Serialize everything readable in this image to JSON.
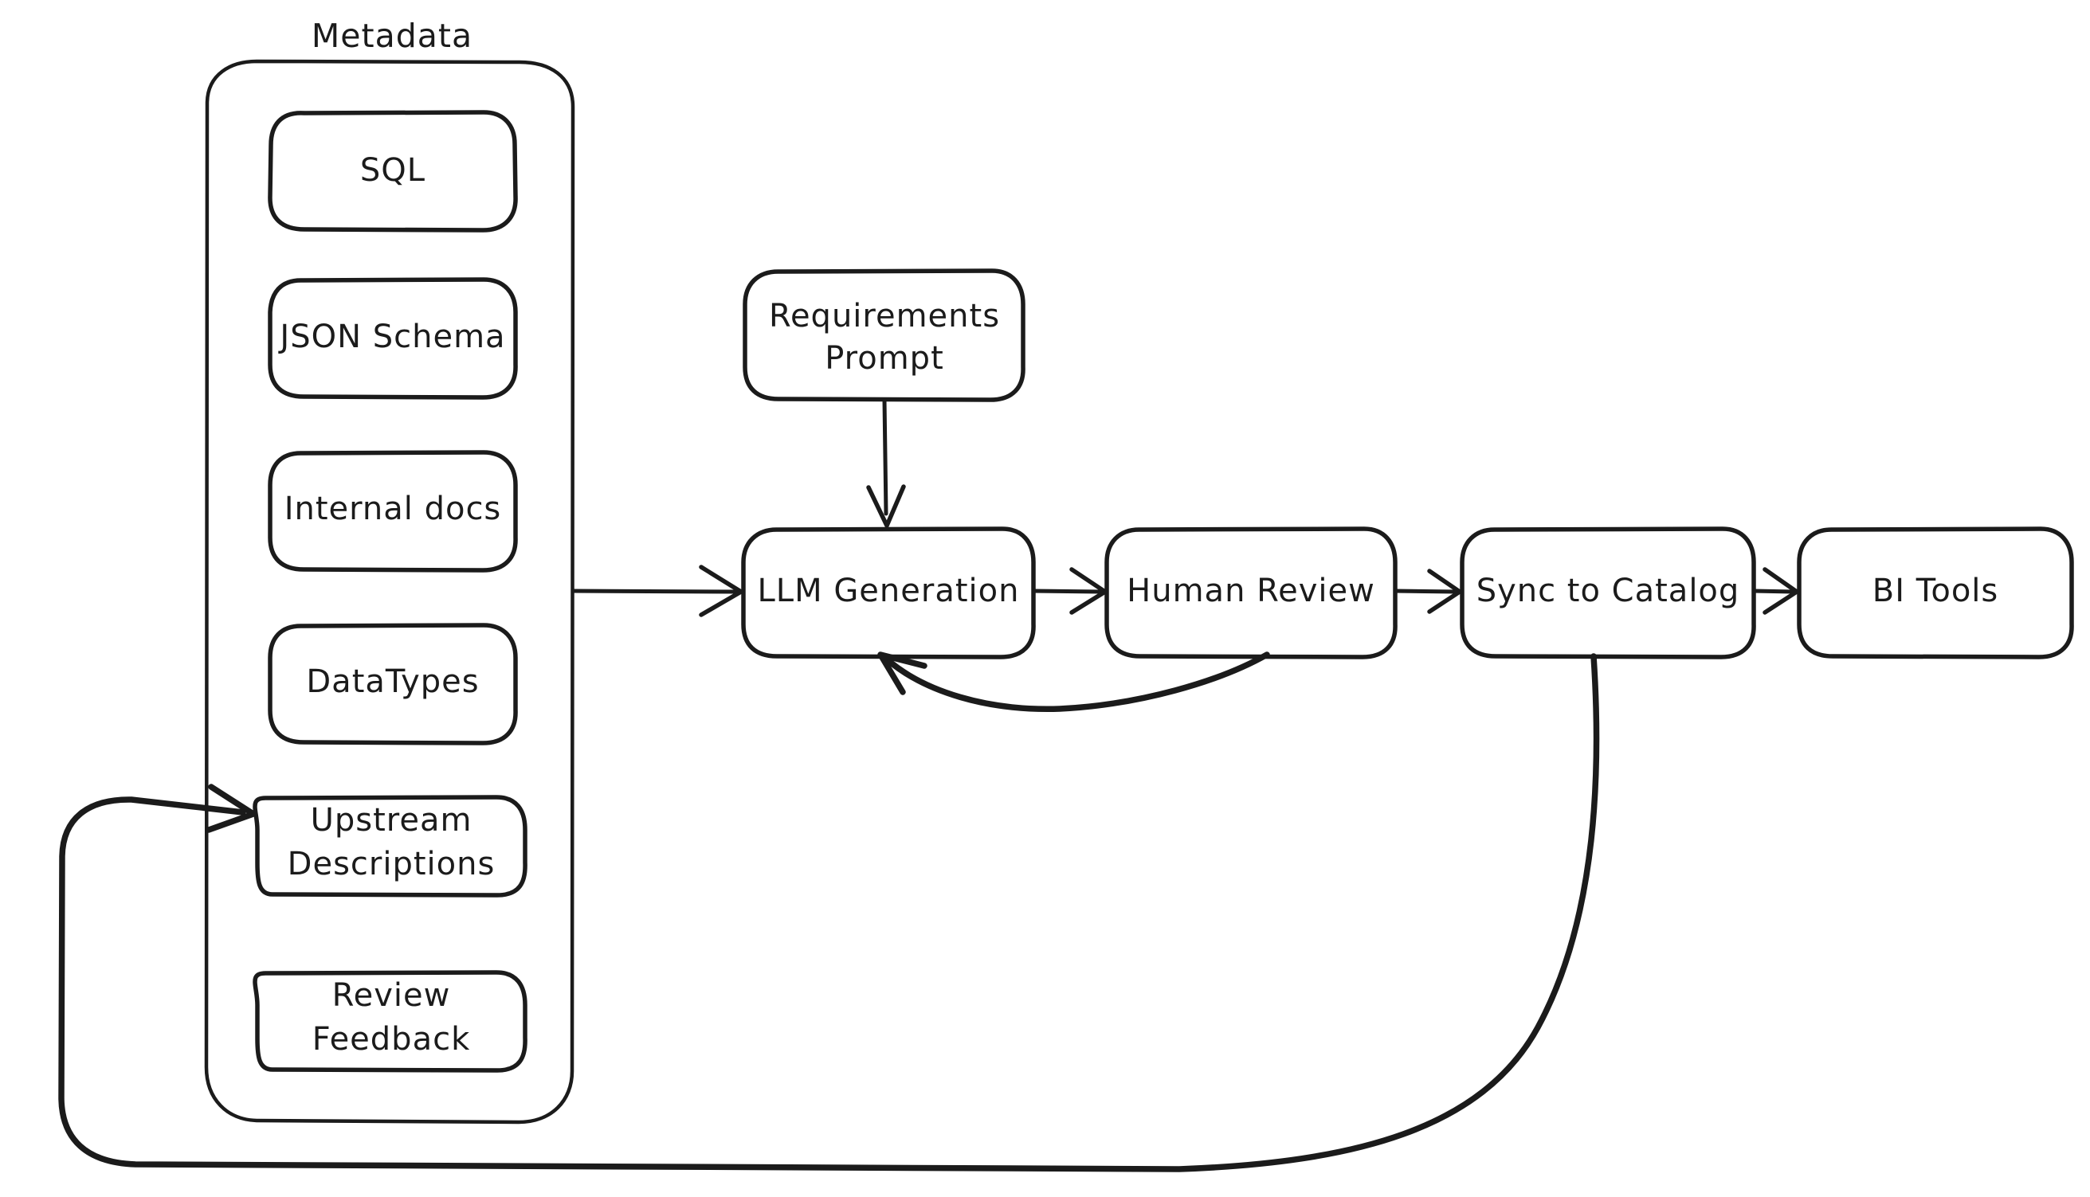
{
  "diagram": {
    "title": "Metadata",
    "background_color": "#ffffff",
    "stroke_color": "#1b1b1b",
    "style": "hand-drawn",
    "group": {
      "label": "Metadata",
      "items": [
        {
          "id": "sql",
          "label": "SQL",
          "lines": [
            "SQL"
          ]
        },
        {
          "id": "json-schema",
          "label": "JSON Schema",
          "lines": [
            "JSON Schema"
          ]
        },
        {
          "id": "internal-docs",
          "label": "Internal docs",
          "lines": [
            "Internal docs"
          ]
        },
        {
          "id": "datatypes",
          "label": "DataTypes",
          "lines": [
            "DataTypes"
          ]
        },
        {
          "id": "upstream-descriptions",
          "label": "Upstream Descriptions",
          "lines": [
            "Upstream",
            "Descriptions"
          ]
        },
        {
          "id": "review-feedback",
          "label": "Review Feedback",
          "lines": [
            "Review",
            "Feedback"
          ]
        }
      ]
    },
    "nodes": [
      {
        "id": "requirements-prompt",
        "label": "Requirements Prompt",
        "lines": [
          "Requirements",
          "Prompt"
        ]
      },
      {
        "id": "llm-generation",
        "label": "LLM Generation",
        "lines": [
          "LLM Generation"
        ]
      },
      {
        "id": "human-review",
        "label": "Human Review",
        "lines": [
          "Human Review"
        ]
      },
      {
        "id": "sync-to-catalog",
        "label": "Sync to Catalog",
        "lines": [
          "Sync to Catalog"
        ]
      },
      {
        "id": "bi-tools",
        "label": "BI Tools",
        "lines": [
          "BI Tools"
        ]
      }
    ],
    "edges": [
      {
        "id": "metadata-to-llm",
        "from": "Metadata",
        "to": "LLM Generation",
        "arrow": true
      },
      {
        "id": "requirements-to-llm",
        "from": "Requirements Prompt",
        "to": "LLM Generation",
        "arrow": true
      },
      {
        "id": "llm-to-review",
        "from": "LLM Generation",
        "to": "Human Review",
        "arrow": true
      },
      {
        "id": "review-to-llm-feedback",
        "from": "Human Review",
        "to": "LLM Generation",
        "arrow": true
      },
      {
        "id": "review-to-sync",
        "from": "Human Review",
        "to": "Sync to Catalog",
        "arrow": true
      },
      {
        "id": "sync-to-bi",
        "from": "Sync to Catalog",
        "to": "BI Tools",
        "arrow": true
      },
      {
        "id": "sync-to-upstream-feedback",
        "from": "Sync to Catalog",
        "to": "Upstream Descriptions",
        "arrow": true
      }
    ]
  }
}
